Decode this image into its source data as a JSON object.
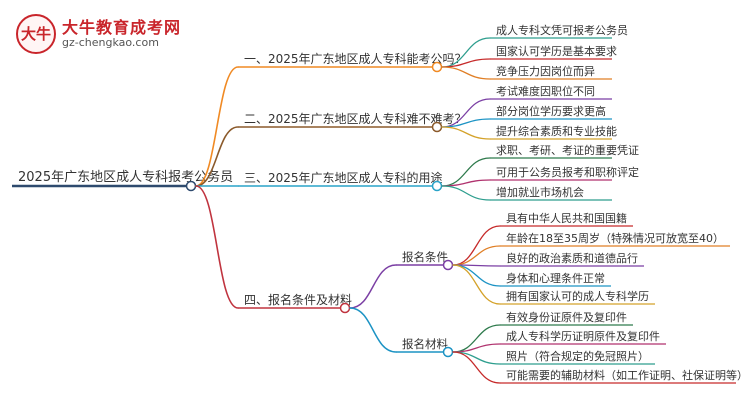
{
  "logo": {
    "mark": "大牛",
    "name": "大牛教育成考网",
    "url": "gz-chengkao.com"
  },
  "root": {
    "label": "2025年广东地区成人专科报考公务员"
  },
  "colors": {
    "root": "#2e4a6e",
    "b1": "#f08a24",
    "b2": "#8b5a2b",
    "b3": "#29a3c8",
    "b4": "#c0343f",
    "leaves": [
      "#2e9e8e",
      "#c62a2a",
      "#e07f26",
      "#7b3fa4",
      "#1c93c4",
      "#d4a22a",
      "#2e7a4c",
      "#b0326e"
    ]
  },
  "branches": [
    {
      "label": "一、2025年广东地区成人专科能考公吗？",
      "children": [
        "成人专科文凭可报考公务员",
        "国家认可学历是基本要求",
        "竞争压力因岗位而异"
      ]
    },
    {
      "label": "二、2025年广东地区成人专科难不难考？",
      "children": [
        "考试难度因职位不同",
        "部分岗位学历要求更高",
        "提升综合素质和专业技能"
      ]
    },
    {
      "label": "三、2025年广东地区成人专科的用途",
      "children": [
        "求职、考研、考证的重要凭证",
        "可用于公务员报考和职称评定",
        "增加就业市场机会"
      ]
    },
    {
      "label": "四、报名条件及材料",
      "groups": [
        {
          "label": "报名条件",
          "children": [
            "具有中华人民共和国国籍",
            "年龄在18至35周岁（特殊情况可放宽至40）",
            "良好的政治素质和道德品行",
            "身体和心理条件正常",
            "拥有国家认可的成人专科学历"
          ]
        },
        {
          "label": "报名材料",
          "children": [
            "有效身份证原件及复印件",
            "成人专科学历证明原件及复印件",
            "照片（符合规定的免冠照片）",
            "可能需要的辅助材料（如工作证明、社保证明等）"
          ]
        }
      ]
    }
  ]
}
